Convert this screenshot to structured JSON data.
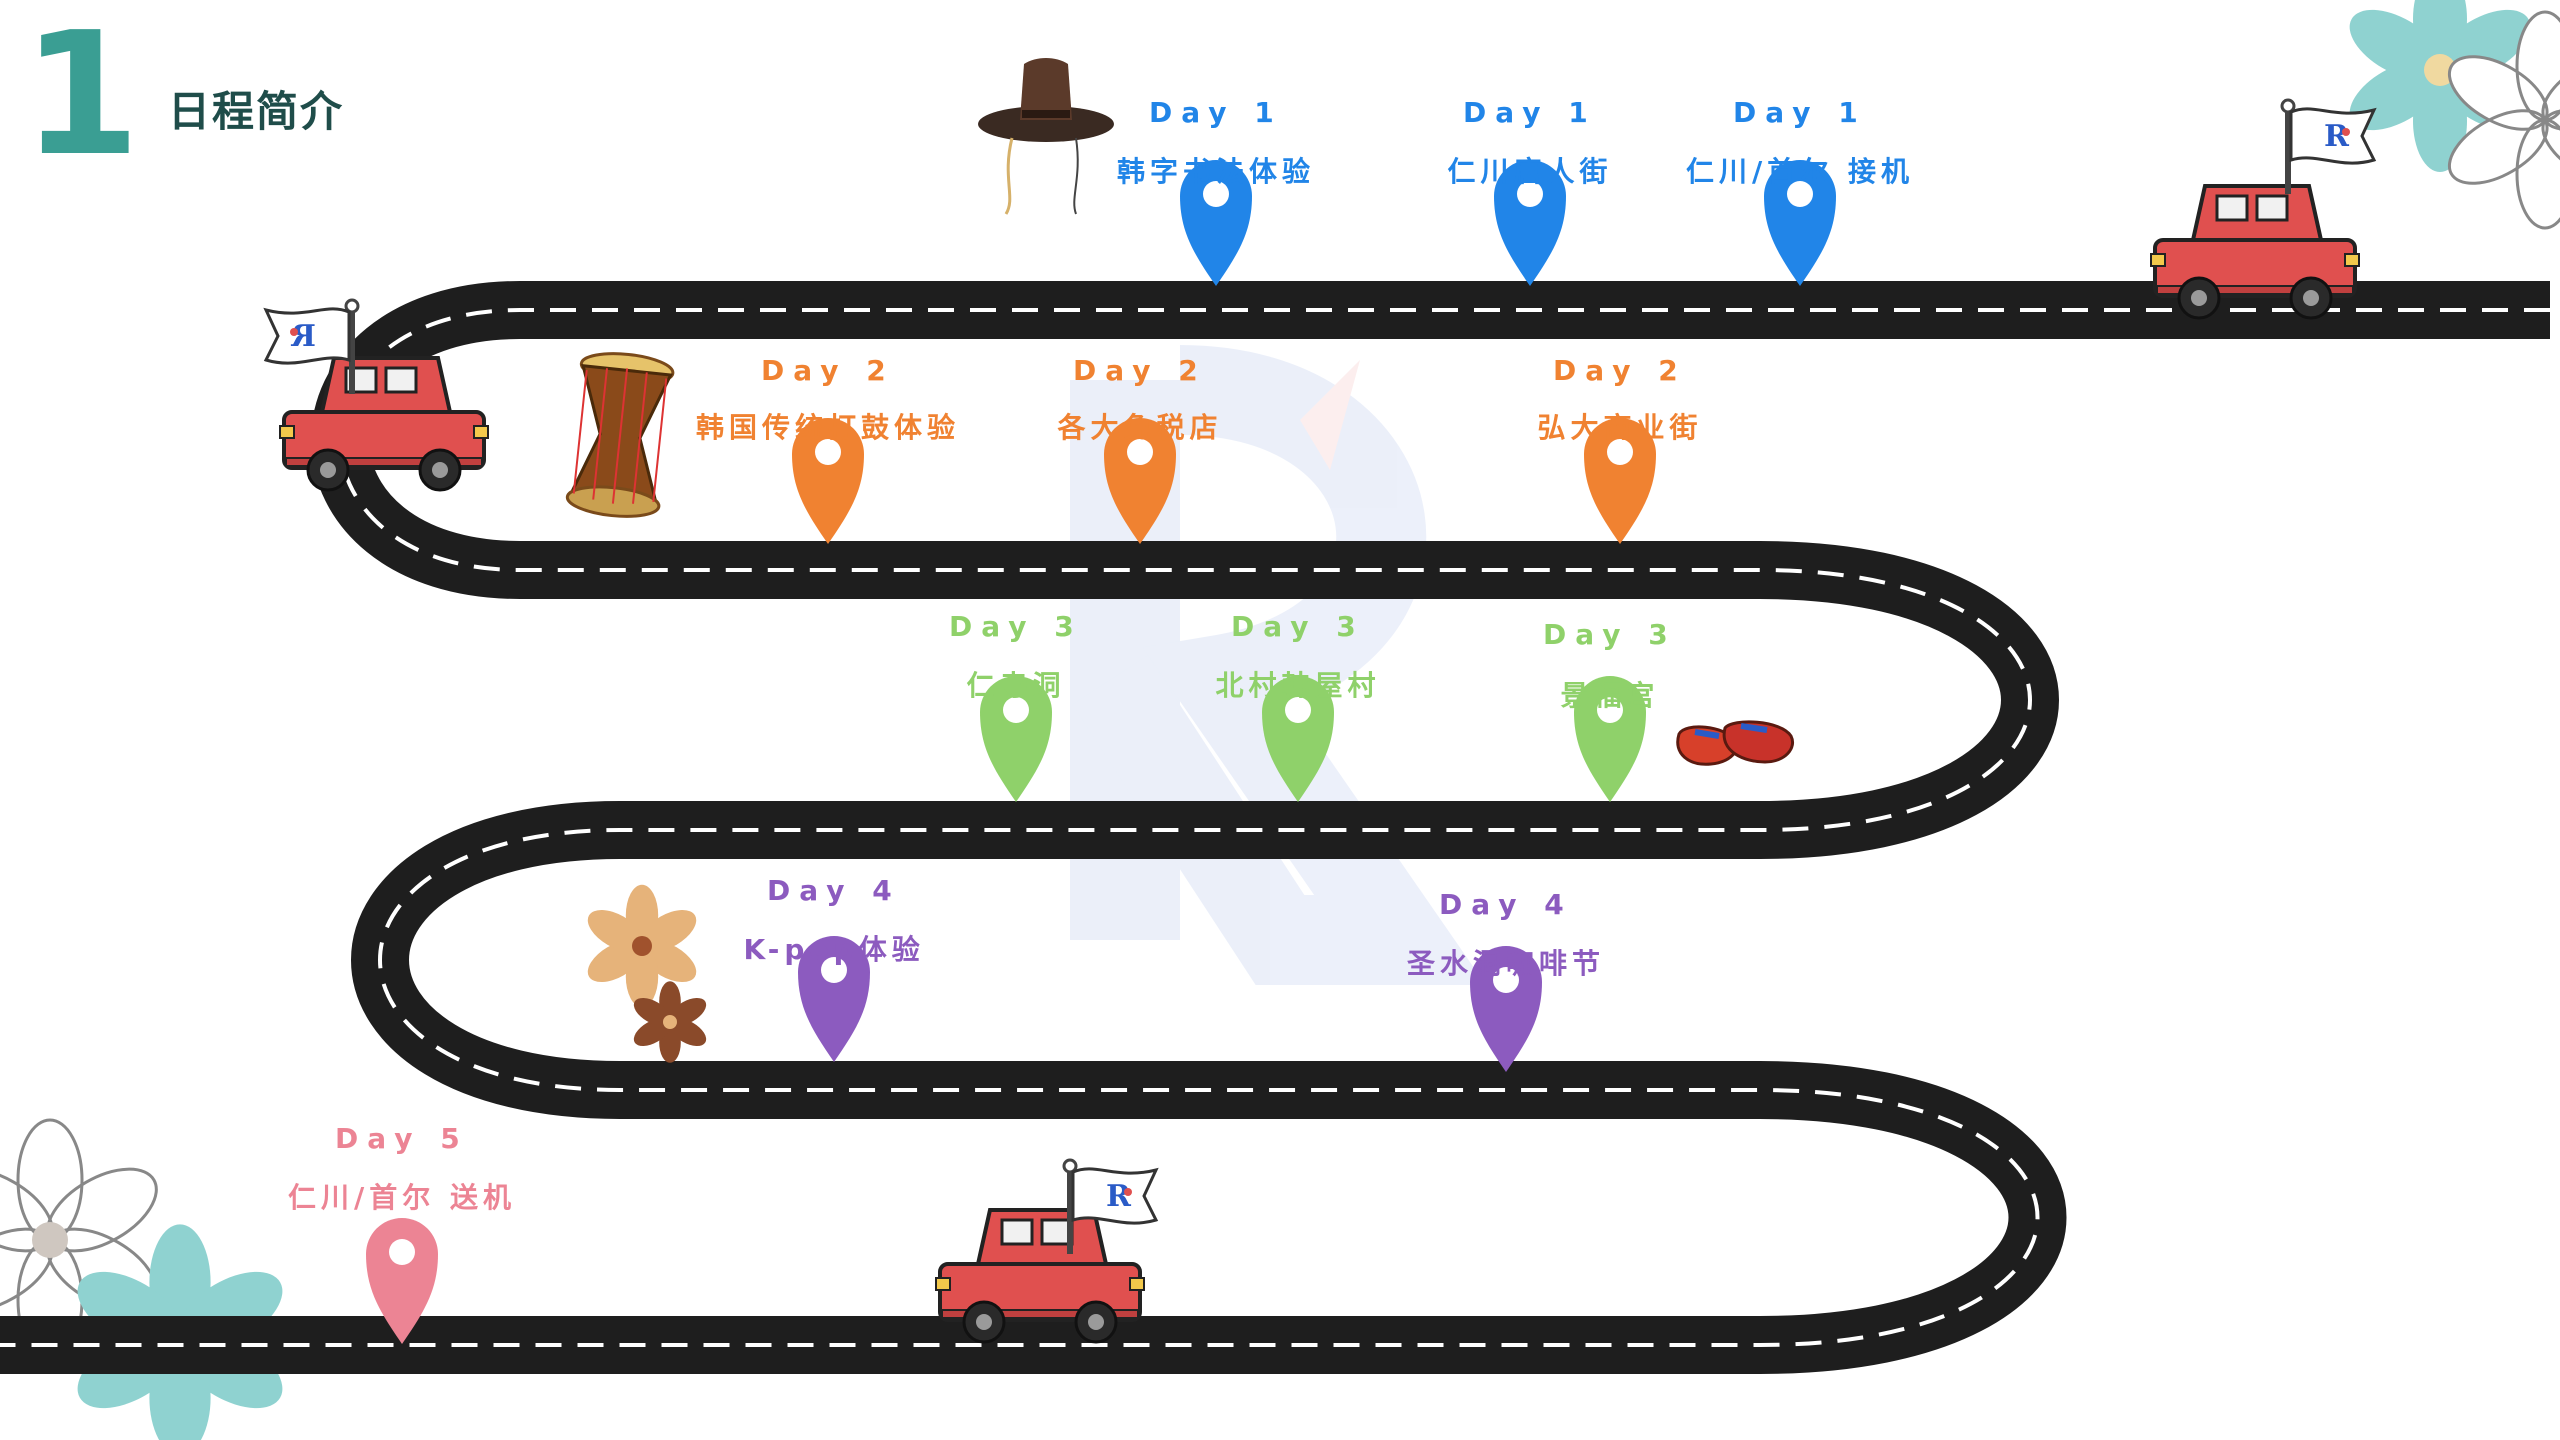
{
  "section": {
    "number": "1",
    "title": "日程简介"
  },
  "stops": [
    {
      "day": "Day 1",
      "name": "韩字书法体验",
      "color": "#2185e8"
    },
    {
      "day": "Day 1",
      "name": "仁川唐人街",
      "color": "#2185e8"
    },
    {
      "day": "Day 1",
      "name": "仁川/首尔 接机",
      "color": "#2185e8"
    },
    {
      "day": "Day 2",
      "name": "韩国传统打鼓体验",
      "color": "#f08231"
    },
    {
      "day": "Day 2",
      "name": "各大免税店",
      "color": "#f08231"
    },
    {
      "day": "Day 2",
      "name": "弘大商业街",
      "color": "#f08231"
    },
    {
      "day": "Day 3",
      "name": "仁寺洞",
      "color": "#8fd16a"
    },
    {
      "day": "Day 3",
      "name": "北村韩屋村",
      "color": "#8fd16a"
    },
    {
      "day": "Day 3",
      "name": "景福宫",
      "color": "#8fd16a"
    },
    {
      "day": "Day 4",
      "name": "K-pop体验",
      "color": "#8c5bbf"
    },
    {
      "day": "Day 4",
      "name": "圣水洞咖啡节",
      "color": "#8c5bbf"
    },
    {
      "day": "Day 5",
      "name": "仁川/首尔 送机",
      "color": "#ec8494"
    }
  ],
  "flag_logo": "R"
}
